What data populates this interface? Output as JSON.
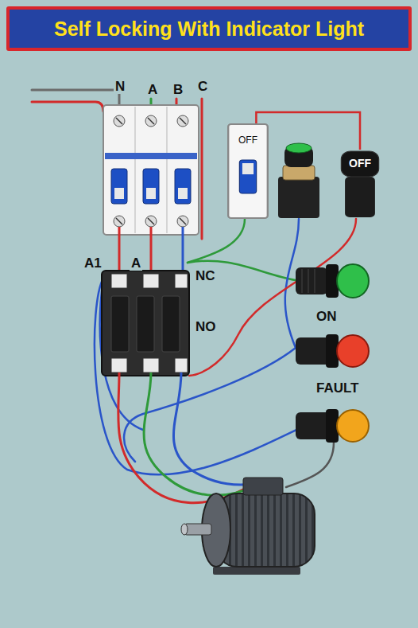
{
  "diagram": {
    "title": "Self Locking With Indicator Light",
    "nodes": [
      {
        "text": [
          "OFF"
        ]
      },
      {
        "text": [
          "OFF"
        ]
      },
      {
        "text": [
          "ON"
        ]
      },
      {
        "text": [
          "FAULT"
        ]
      }
    ],
    "edges": [
      {
        "from": 0,
        "to": 1,
        "arrow": "none"
      }
    ],
    "labels": [
      "N",
      "A",
      "B",
      "C",
      "A1",
      "A",
      "NC",
      "NO"
    ]
  }
}
